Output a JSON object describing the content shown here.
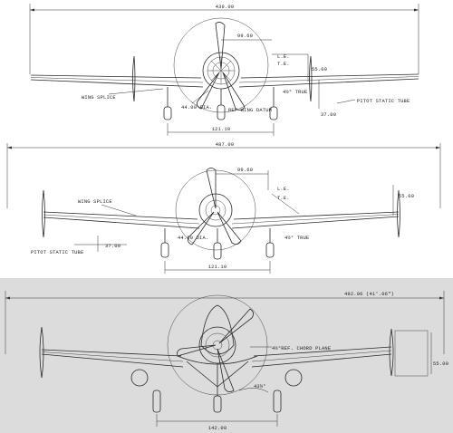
{
  "panels": [
    {
      "id": "top",
      "labels": {
        "span": "439.00",
        "prop_clear": "99.60",
        "le": "L.E.",
        "te": "T.E.",
        "height_a": "55.00",
        "dihedral": "4½° TRUE",
        "wing_splice": "WING SPLICE",
        "fuselage_dia": "44.00 DIA.",
        "ref_datum": "REF WING DATUM",
        "height_b": "37.00",
        "pitot": "PITOT STATIC TUBE",
        "track": "121.10"
      }
    },
    {
      "id": "middle",
      "labels": {
        "span": "487.00",
        "prop_clear": "99.60",
        "le": "L.E.",
        "te": "T.E.",
        "height_a": "55.00",
        "wing_splice": "WING SPLICE",
        "fuselage_dia": "44.00 DIA.",
        "dihedral": "4½° TRUE",
        "pitot": "PITOT STATIC TUBE",
        "height_b": "37.00",
        "track": "121.10"
      }
    },
    {
      "id": "bottom",
      "labels": {
        "span": "492.06  (41'.06\")",
        "chord": "4½°REF. CHORD PLANE",
        "height_a": "55.00",
        "angle": "43½°",
        "track": "142.00"
      }
    }
  ]
}
